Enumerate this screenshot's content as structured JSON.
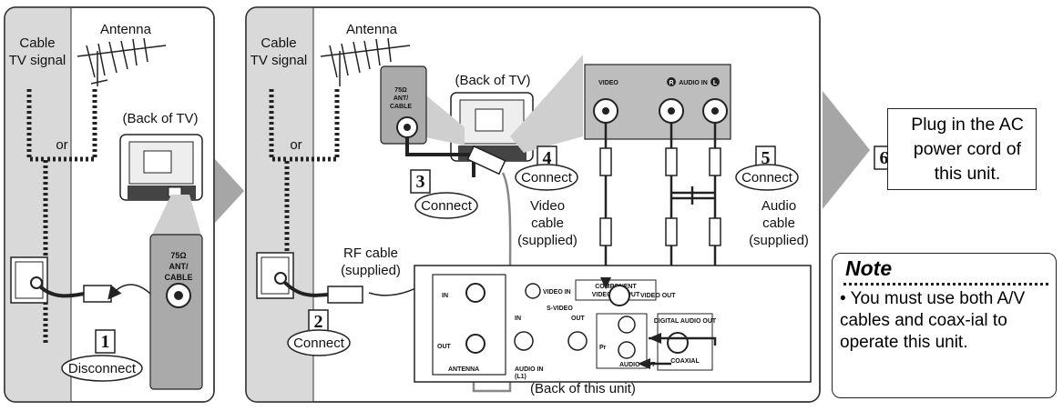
{
  "panel1": {
    "cable_signal": [
      "Cable",
      "TV signal"
    ],
    "antenna": "Antenna",
    "or": "or",
    "back_of_tv": "(Back of TV)",
    "jack_label": [
      "75Ω",
      "ANT/",
      "CABLE"
    ],
    "step": "1",
    "action": "Disconnect"
  },
  "panel2": {
    "cable_signal": [
      "Cable",
      "TV signal"
    ],
    "antenna": "Antenna",
    "or": "or",
    "back_of_tv": "(Back of TV)",
    "jack_label": [
      "75Ω",
      "ANT/",
      "CABLE"
    ],
    "step2": "2",
    "step2_action": "Connect",
    "step3": "3",
    "step3_action": "Connect",
    "rf_cable": [
      "RF cable",
      "(supplied)"
    ],
    "step4": "4",
    "step4_action": "Connect",
    "video_cable": [
      "Video",
      "cable",
      "(supplied)"
    ],
    "step5": "5",
    "step5_action": "Connect",
    "audio_cable": [
      "Audio",
      "cable",
      "(supplied)"
    ],
    "tv_jacks": {
      "video": "VIDEO",
      "audio_in": "AUDIO IN",
      "r": "R",
      "l": "L"
    },
    "unit_labels": {
      "in": "IN",
      "out": "OUT",
      "antenna": "ANTENNA",
      "video_in": "VIDEO IN",
      "component": [
        "COMPONENT",
        "VIDEO OUTPUT"
      ],
      "s_video": "S-VIDEO",
      "audio_in": "AUDIO IN",
      "l1": "(L1)",
      "video_out": "VIDEO OUT",
      "digital_audio_out": "DIGITAL AUDIO OUT",
      "coaxial": "COAXIAL",
      "audio_out": "AUDIO OUT",
      "pr": "Pr",
      "s_in": "IN",
      "s_out": "OUT"
    },
    "back_of_unit": "(Back of this unit)"
  },
  "step6": {
    "number": "6",
    "text": "Plug in the AC power cord of this unit."
  },
  "note": {
    "title": "Note",
    "bullet": "•",
    "text": "You must use both A/V cables and coax-ial to operate this unit."
  }
}
